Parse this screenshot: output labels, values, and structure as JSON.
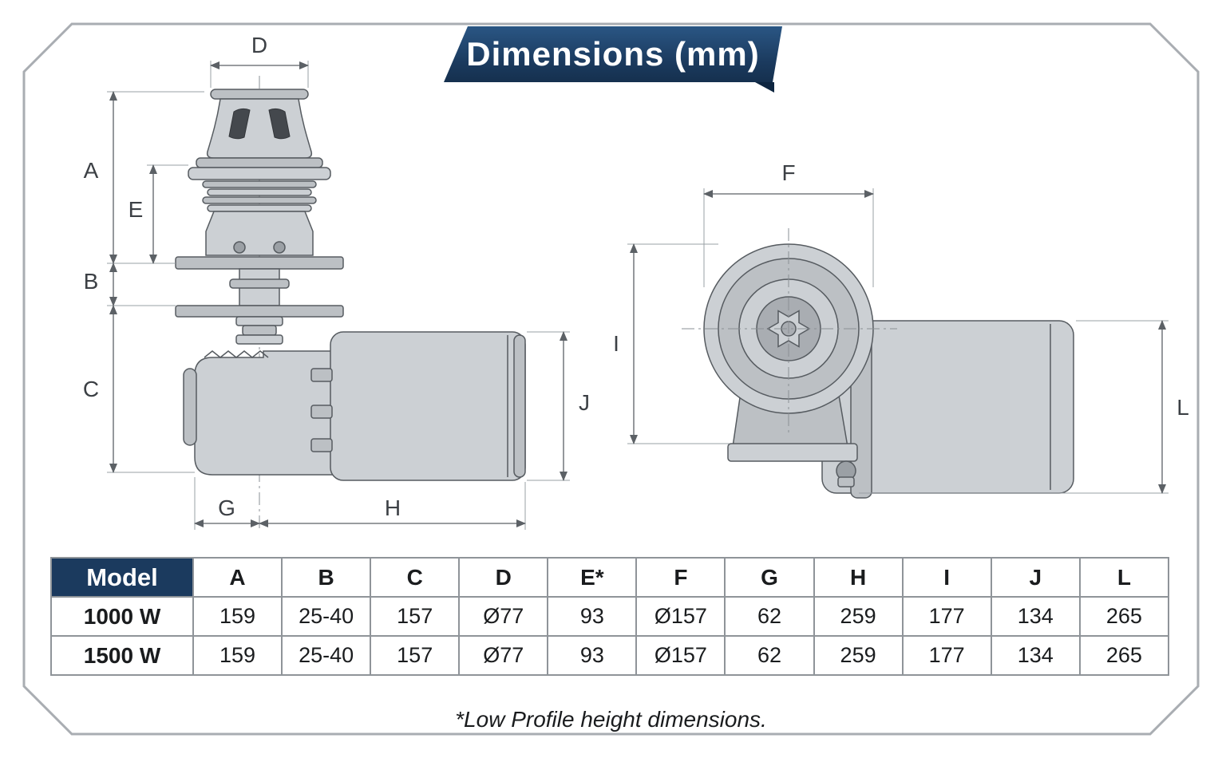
{
  "banner": {
    "title": "Dimensions (mm)"
  },
  "drawing": {
    "labels": {
      "A": "A",
      "B": "B",
      "C": "C",
      "D": "D",
      "E": "E",
      "F": "F",
      "G": "G",
      "H": "H",
      "I": "I",
      "J": "J",
      "L": "L"
    }
  },
  "table": {
    "headers": [
      "Model",
      "A",
      "B",
      "C",
      "D",
      "E*",
      "F",
      "G",
      "H",
      "I",
      "J",
      "L"
    ],
    "rows": [
      {
        "model": "1000 W",
        "values": [
          "159",
          "25-40",
          "157",
          "Ø77",
          "93",
          "Ø157",
          "62",
          "259",
          "177",
          "134",
          "265"
        ]
      },
      {
        "model": "1500 W",
        "values": [
          "159",
          "25-40",
          "157",
          "Ø77",
          "93",
          "Ø157",
          "62",
          "259",
          "177",
          "134",
          "265"
        ]
      }
    ]
  },
  "footnote": "*Low Profile height dimensions.",
  "colors": {
    "accent_navy": "#1b3a5e",
    "drawing_line": "#565b60"
  }
}
